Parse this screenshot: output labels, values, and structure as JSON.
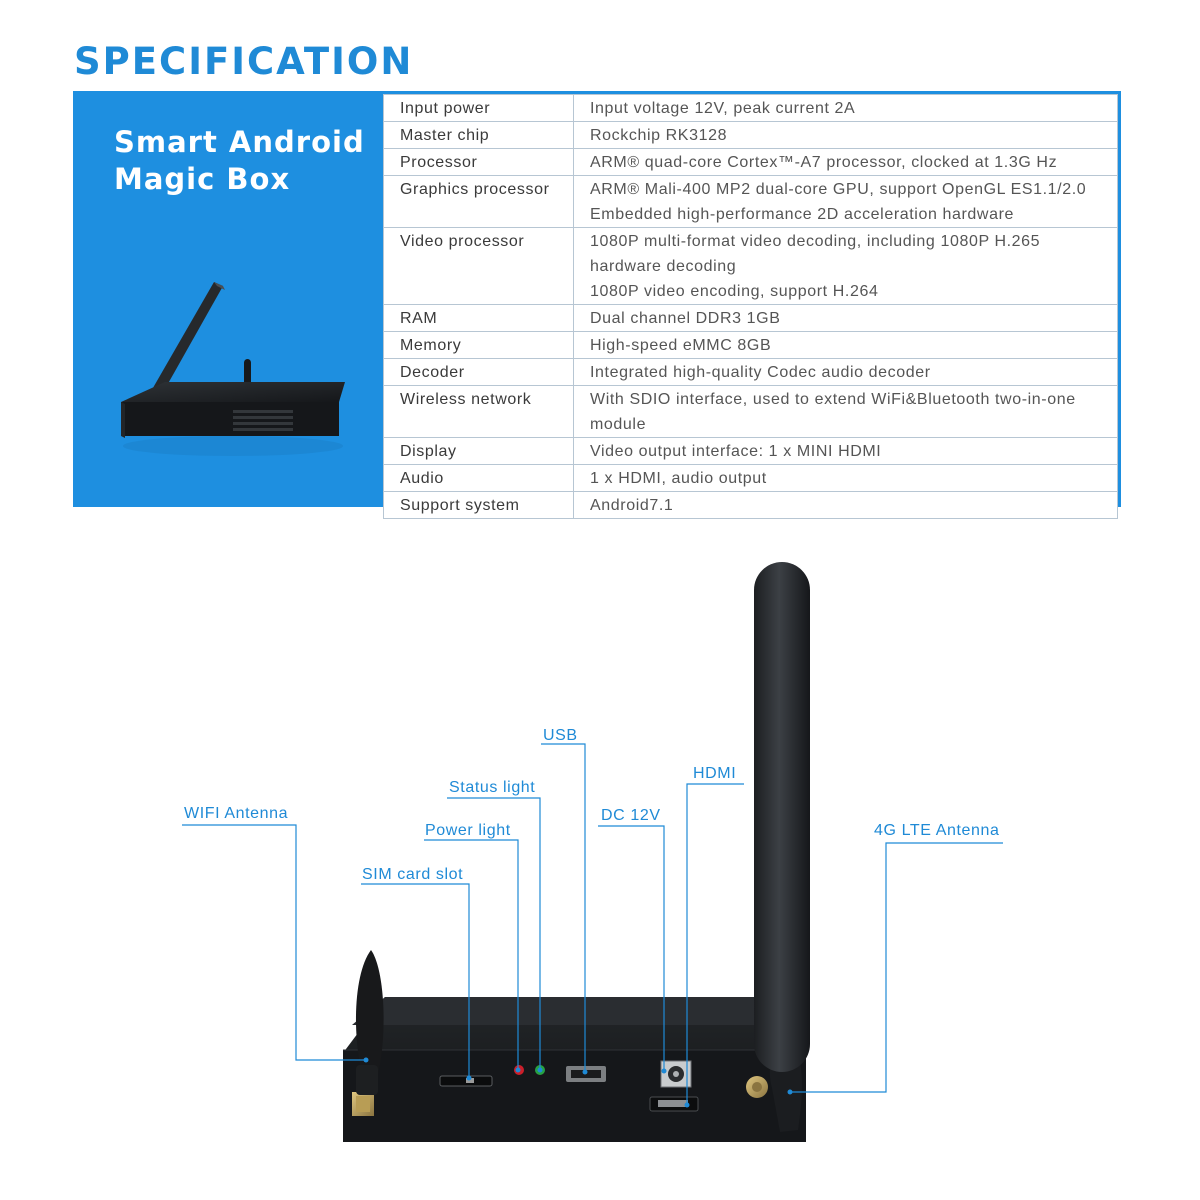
{
  "heading": "SPECIFICATION",
  "product": {
    "name_line1": "Smart Android",
    "name_line2": "Magic Box"
  },
  "specs": [
    {
      "key": "Input power",
      "lines": [
        "Input voltage 12V, peak current 2A"
      ]
    },
    {
      "key": "Master chip",
      "lines": [
        "Rockchip RK3128"
      ]
    },
    {
      "key": "Processor",
      "lines": [
        "ARM® quad-core Cortex™-A7 processor, clocked at 1.3G Hz"
      ]
    },
    {
      "key": "Graphics processor",
      "lines": [
        "ARM® Mali-400 MP2 dual-core GPU, support OpenGL ES1.1/2.0",
        "Embedded high-performance 2D acceleration hardware"
      ]
    },
    {
      "key": "Video processor",
      "lines": [
        "1080P multi-format video decoding, including 1080P H.265",
        "hardware decoding",
        "1080P video encoding, support H.264"
      ]
    },
    {
      "key": "RAM",
      "lines": [
        "Dual channel DDR3  1GB"
      ]
    },
    {
      "key": "Memory",
      "lines": [
        "High-speed eMMC    8GB"
      ]
    },
    {
      "key": "Decoder",
      "lines": [
        "Integrated high-quality Codec audio decoder"
      ]
    },
    {
      "key": "Wireless network",
      "lines": [
        "With SDIO interface, used to extend WiFi&Bluetooth two-in-one",
        "module"
      ]
    },
    {
      "key": "Display",
      "lines": [
        "Video output interface: 1 x MINI HDMI"
      ]
    },
    {
      "key": "Audio",
      "lines": [
        "1 x HDMI, audio output"
      ]
    },
    {
      "key": "Support system",
      "lines": [
        "Android7.1"
      ]
    }
  ],
  "callouts": {
    "wifi_antenna": "WIFI Antenna",
    "sim_card_slot": "SIM card slot",
    "power_light": "Power light",
    "status_light": "Status light",
    "usb": "USB",
    "dc_12v": "DC 12V",
    "hdmi": "HDMI",
    "lte_antenna": "4G LTE Antenna"
  },
  "colors": {
    "accent": "#1f8ad6",
    "panel": "#1e8fe0",
    "device_body": "#1b1d20"
  }
}
